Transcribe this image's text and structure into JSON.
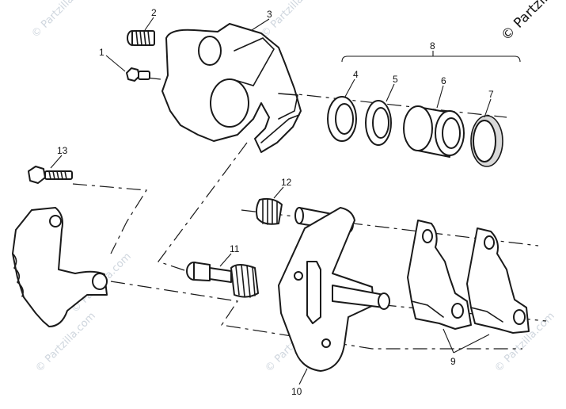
{
  "watermark": {
    "text": "© Partzilla.com",
    "color": "#cfd6de"
  },
  "copyright": "© Partzilla",
  "callouts": [
    "1",
    "2",
    "3",
    "4",
    "5",
    "6",
    "7",
    "8",
    "9",
    "10",
    "11",
    "12",
    "13"
  ],
  "colors": {
    "line": "#1a1a1a",
    "background": "#ffffff"
  }
}
